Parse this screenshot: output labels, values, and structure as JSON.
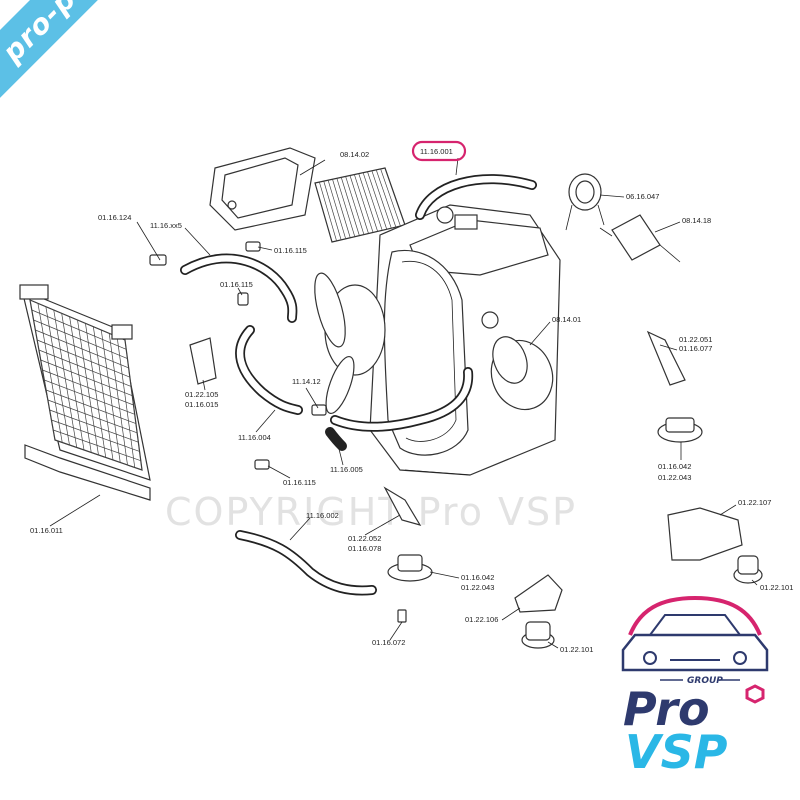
{
  "watermark": {
    "banner_text": "pro-piece-vsp.com",
    "copyright_text": "COPYRIGHT Pro VSP"
  },
  "logo": {
    "group_text": "GROUP",
    "line1": "Pro",
    "line2": "VSP",
    "colors": {
      "navy": "#2e3a6e",
      "magenta": "#d6246e",
      "cyan": "#2ab7e6"
    }
  },
  "highlight_color": "#d6246e",
  "parts": {
    "p_081402": "08.14.02",
    "p_111600_1": "11.16.001",
    "p_061604": "06.16.047",
    "p_081418": "08.14.18",
    "p_011612": "01.16.124",
    "p_1116xx": "11.16.xx5",
    "p_011611a": "01.16.115",
    "p_011611b": "01.16.115",
    "p_081401": "08.14.01",
    "p_012205a": "01.22.051",
    "p_011607a": "01.16.077",
    "p_012210": "01.22.105",
    "p_011601": "01.16.015",
    "p_111412": "11.14.12",
    "p_111600_4": "11.16.004",
    "p_111600_5": "11.16.005",
    "p_011604a": "01.16.042",
    "p_012204a": "01.22.043",
    "p_011611c": "01.16.115",
    "p_012210b": "01.22.107",
    "p_011601b": "01.16.011",
    "p_111600_2": "11.16.002",
    "p_012205b": "01.22.052",
    "p_011607b": "01.16.078",
    "p_011604b": "01.16.042",
    "p_012204b": "01.22.043",
    "p_012210c": "01.22.101",
    "p_012210d": "01.22.106",
    "p_012210e": "01.22.101",
    "p_011607c": "01.16.072"
  }
}
